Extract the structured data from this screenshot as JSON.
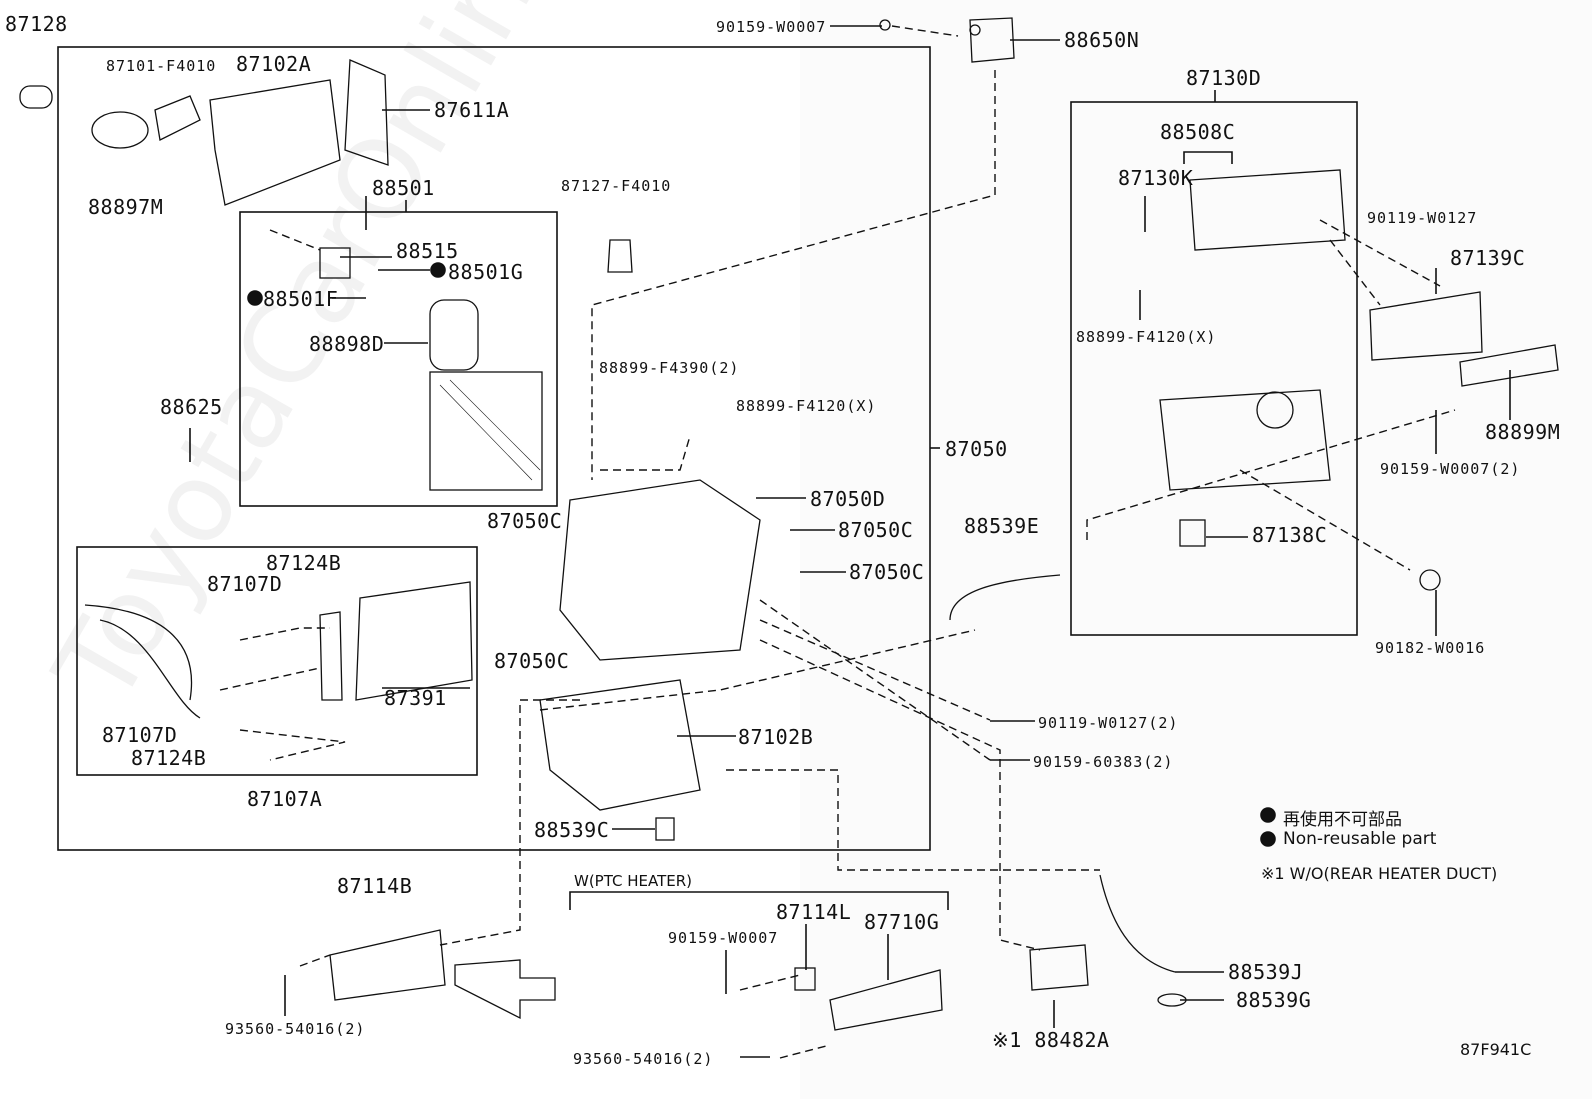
{
  "watermark": "ToyotaCarOnline.ru",
  "labels": {
    "p87128": "87128",
    "p87101_f4010": "87101-F4010",
    "p87102a": "87102A",
    "p87611a": "87611A",
    "p88897m": "88897M",
    "p88501": "88501",
    "p88515": "88515",
    "p88501g": "88501G",
    "p88501f": "88501F",
    "p88898d": "88898D",
    "p88625": "88625",
    "p87127_f4010": "87127-F4010",
    "p88899_f4390": "88899-F4390(2)",
    "p88899_f4120_a": "88899-F4120(X)",
    "p87050": "87050",
    "p87050d": "87050D",
    "p87050c_1": "87050C",
    "p87050c_2": "87050C",
    "p87050c_3": "87050C",
    "p87050c_4": "87050C",
    "p87124b_1": "87124B",
    "p87107d_1": "87107D",
    "p87391": "87391",
    "p87107d_2": "87107D",
    "p87124b_2": "87124B",
    "p87107a": "87107A",
    "p87102b": "87102B",
    "p88539c": "88539C",
    "p90159_w0007_top": "90159-W0007",
    "p88650n": "88650N",
    "p87130d": "87130D",
    "p88508c": "88508C",
    "p87130k": "87130K",
    "p90119_w0127_a": "90119-W0127",
    "p87139c": "87139C",
    "p88899_f4120_b": "88899-F4120(X)",
    "p88899m": "88899M",
    "p90159_w0007_2": "90159-W0007(2)",
    "p87138c": "87138C",
    "p88539e": "88539E",
    "p90182_w0016": "90182-W0016",
    "p90119_w0127_2": "90119-W0127(2)",
    "p90159_60383": "90159-60383(2)",
    "p87114b": "87114B",
    "p93560_54016_a": "93560-54016(2)",
    "p_ptc": "W(PTC HEATER)",
    "p90159_w0007_b": "90159-W0007",
    "p87114l": "87114L",
    "p87710g": "87710G",
    "p93560_54016_b": "93560-54016(2)",
    "p88482a": "※1 88482A",
    "p88539j": "88539J",
    "p88539g": "88539G",
    "p87f941c": "87F941C"
  },
  "legend": {
    "jp": "再使用不可部品",
    "en": "Non-reusable part",
    "note": "※1 W/O(REAR HEATER DUCT)"
  }
}
